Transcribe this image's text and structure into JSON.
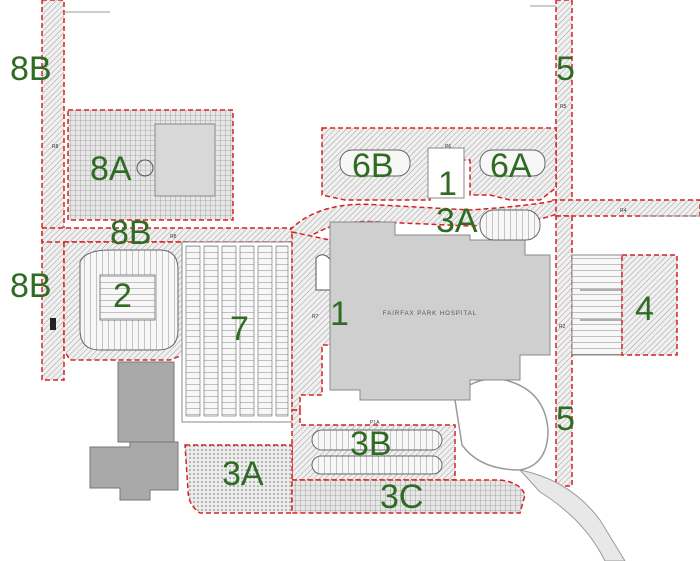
{
  "colors": {
    "label": "#2f6b22",
    "boundary": "#d62222",
    "building": "#cfcfcf",
    "building_dark": "#9a9a9a",
    "road_fill": "#d9d9d9"
  },
  "zone_labels": [
    {
      "id": "8B-top-left",
      "text": "8B"
    },
    {
      "id": "8A",
      "text": "8A"
    },
    {
      "id": "8B-mid",
      "text": "8B"
    },
    {
      "id": "8B-left",
      "text": "8B"
    },
    {
      "id": "2",
      "text": "2"
    },
    {
      "id": "7",
      "text": "7"
    },
    {
      "id": "6B",
      "text": "6B"
    },
    {
      "id": "6A",
      "text": "6A"
    },
    {
      "id": "1-top",
      "text": "1"
    },
    {
      "id": "3A-top",
      "text": "3A"
    },
    {
      "id": "1-mid",
      "text": "1"
    },
    {
      "id": "5-top",
      "text": "5"
    },
    {
      "id": "4",
      "text": "4"
    },
    {
      "id": "5-bottom",
      "text": "5"
    },
    {
      "id": "3B",
      "text": "3B"
    },
    {
      "id": "3A-bottom",
      "text": "3A"
    },
    {
      "id": "3C",
      "text": "3C"
    }
  ],
  "small_labels": {
    "r8": "R8",
    "r5": "R5",
    "p6": "P6",
    "r4": "R4",
    "r2": "R2",
    "r7": "R7",
    "p1a": "P1A",
    "hospital": "FAIRFAX PARK HOSPITAL"
  }
}
